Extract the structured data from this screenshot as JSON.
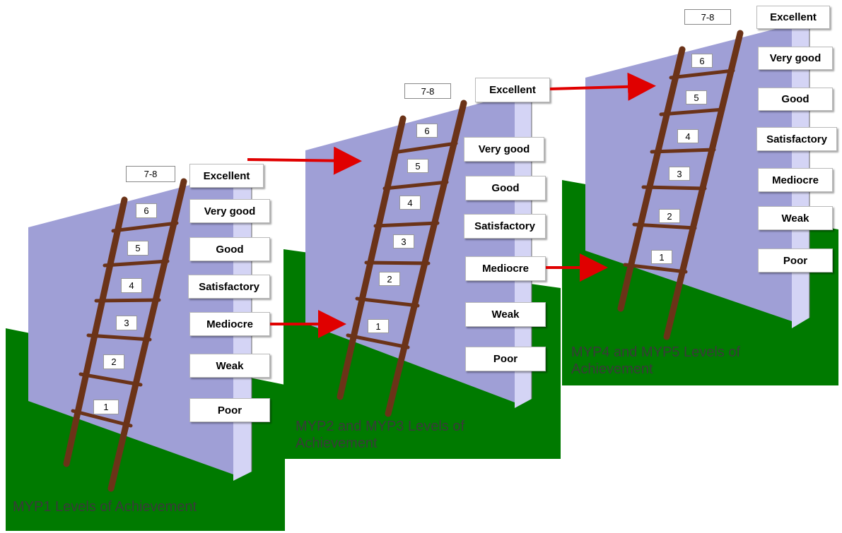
{
  "colors": {
    "wall": "#9f9fd6",
    "wall_edge": "#d4d4f5",
    "grass": "#007a00",
    "ladder": "#6b3318",
    "arrow": "#e00000"
  },
  "panels": [
    {
      "caption": "MYP1 Levels of Achievement",
      "top_score": "7-8",
      "rungs": [
        "6",
        "5",
        "4",
        "3",
        "2",
        "1"
      ],
      "levels": [
        "Excellent",
        "Very good",
        "Good",
        "Satisfactory",
        "Mediocre",
        "Weak",
        "Poor"
      ]
    },
    {
      "caption": "MYP2 and MYP3 Levels of Achievement",
      "top_score": "7-8",
      "rungs": [
        "6",
        "5",
        "4",
        "3",
        "2",
        "1"
      ],
      "levels": [
        "Excellent",
        "Very good",
        "Good",
        "Satisfactory",
        "Mediocre",
        "Weak",
        "Poor"
      ]
    },
    {
      "caption": "MYP4 and MYP5 Levels of Achievement",
      "top_score": "7-8",
      "rungs": [
        "6",
        "5",
        "4",
        "3",
        "2",
        "1"
      ],
      "levels": [
        "Excellent",
        "Very good",
        "Good",
        "Satisfactory",
        "Mediocre",
        "Weak",
        "Poor"
      ]
    }
  ]
}
